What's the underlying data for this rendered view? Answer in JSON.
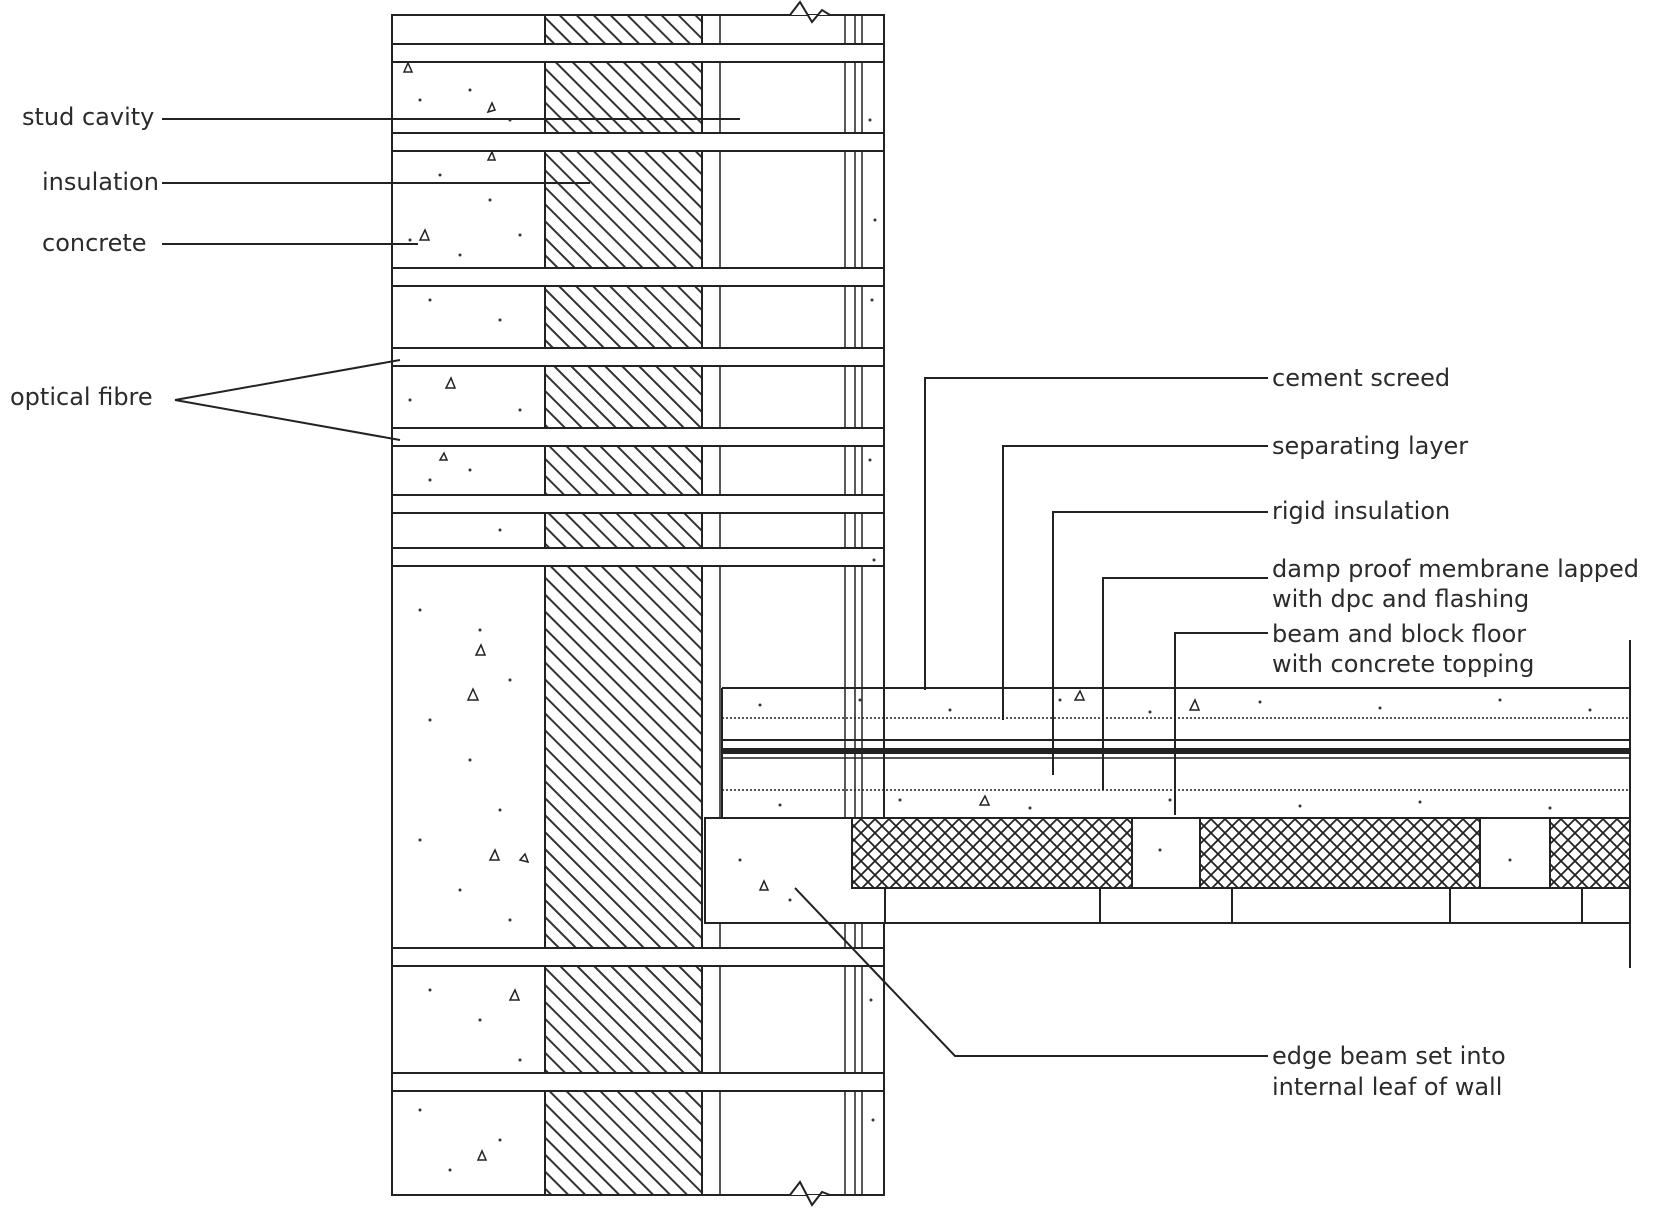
{
  "labels": {
    "stud_cavity": "stud cavity",
    "insulation": "insulation",
    "concrete": "concrete",
    "optical_fibre": "optical fibre",
    "cement_screed": "cement screed",
    "separating_layer": "separating layer",
    "rigid_insulation": "rigid insulation",
    "dpm_line1": "damp proof membrane lapped",
    "dpm_line2": "with dpc and flashing",
    "beam_block_line1": "beam and block floor",
    "beam_block_line2": "with concrete topping",
    "edge_beam_line1": "edge beam set into",
    "edge_beam_line2": "internal leaf of wall"
  }
}
